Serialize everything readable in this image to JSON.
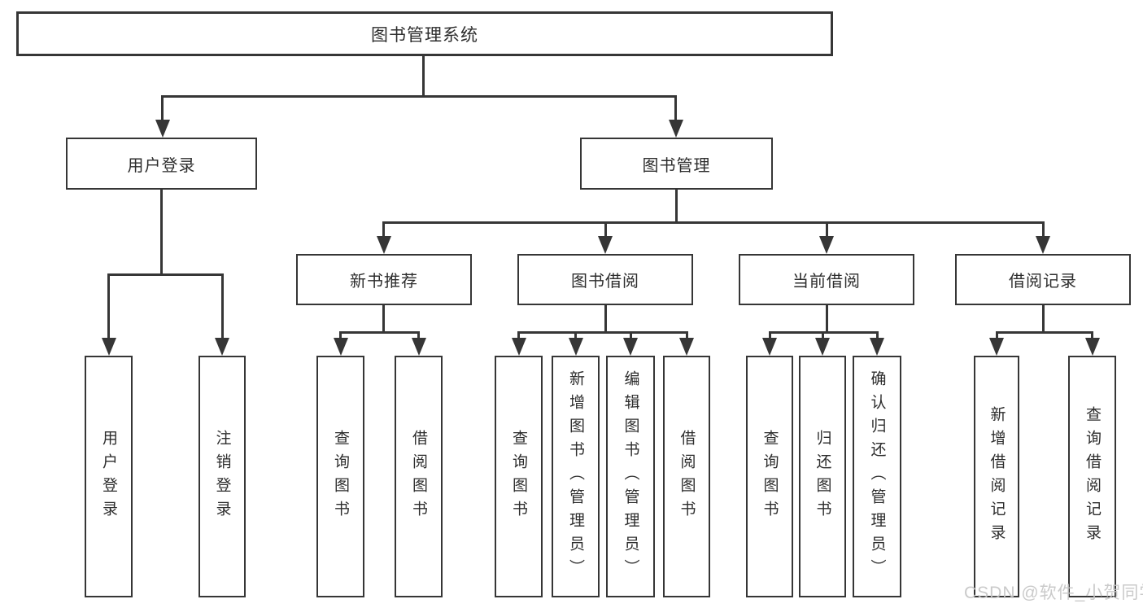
{
  "tree": {
    "label": "图书管理系统",
    "children": [
      {
        "label": "用户登录",
        "children": [
          {
            "label": "用户登录"
          },
          {
            "label": "注销登录"
          }
        ]
      },
      {
        "label": "图书管理",
        "children": [
          {
            "label": "新书推荐",
            "children": [
              {
                "label": "查询图书"
              },
              {
                "label": "借阅图书"
              }
            ]
          },
          {
            "label": "图书借阅",
            "children": [
              {
                "label": "查询图书"
              },
              {
                "label": "新增图书（管理员）"
              },
              {
                "label": "编辑图书（管理员）"
              },
              {
                "label": "借阅图书"
              }
            ]
          },
          {
            "label": "当前借阅",
            "children": [
              {
                "label": "查询图书"
              },
              {
                "label": "归还图书"
              },
              {
                "label": "确认归还（管理员）"
              }
            ]
          },
          {
            "label": "借阅记录",
            "children": [
              {
                "label": "新增借阅记录"
              },
              {
                "label": "查询借阅记录"
              }
            ]
          }
        ]
      }
    ]
  },
  "watermark": {
    "text": "CSDN @软件_小贺同学"
  },
  "colors": {
    "line": "#363636",
    "text": "#2d2d2d",
    "background": "#ffffff",
    "watermark": "#c5c5c5"
  }
}
